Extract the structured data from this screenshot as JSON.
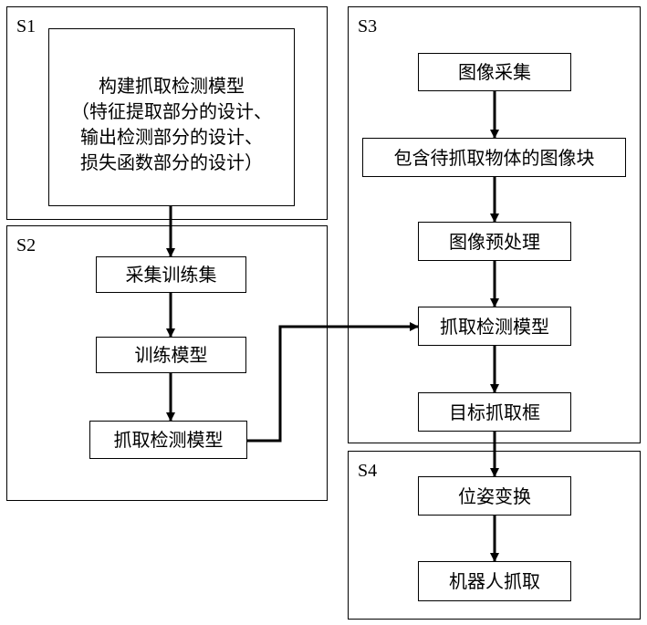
{
  "panels": {
    "s1": "S1",
    "s2": "S2",
    "s3": "S3",
    "s4": "S4"
  },
  "s1": {
    "lines": [
      "构建抓取检测模型",
      "（特征提取部分的设计、",
      "输出检测部分的设计、",
      "损失函数部分的设计）"
    ]
  },
  "s2": {
    "collect": "采集训练集",
    "train": "训练模型",
    "model": "抓取检测模型"
  },
  "s3": {
    "capture": "图像采集",
    "patch": "包含待抓取物体的图像块",
    "preprocess": "图像预处理",
    "model": "抓取检测模型",
    "target": "目标抓取框"
  },
  "s4": {
    "pose": "位姿变换",
    "grasp": "机器人抓取"
  }
}
